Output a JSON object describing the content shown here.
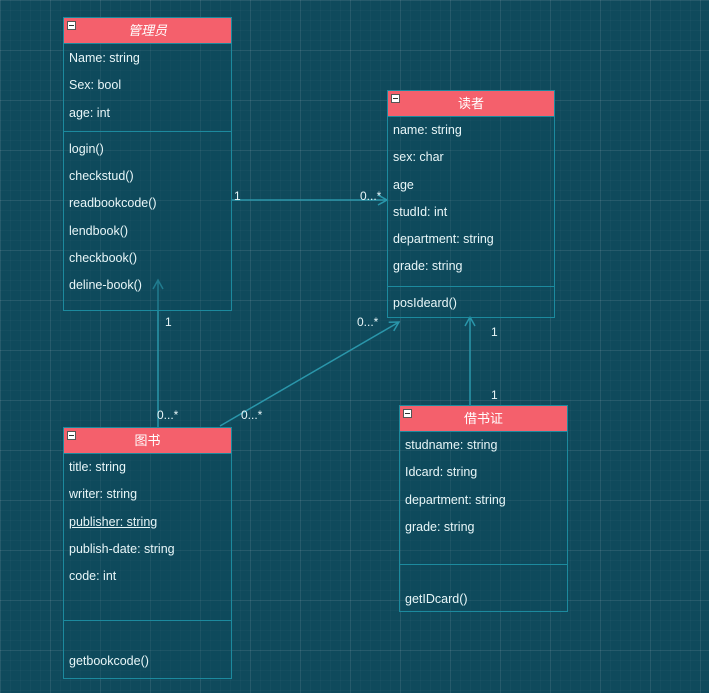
{
  "classes": {
    "admin": {
      "title": "管理员",
      "attributes": [
        "Name: string",
        "Sex: bool",
        "age: int"
      ],
      "methods": [
        "login()",
        "checkstud()",
        "readbookcode()",
        "lendbook()",
        "checkbook()",
        "deline-book()"
      ]
    },
    "reader": {
      "title": "读者",
      "attributes": [
        "name: string",
        "sex: char",
        "age",
        "studId: int",
        "department: string",
        "grade: string"
      ],
      "methods": [
        "posIdeard()"
      ]
    },
    "book": {
      "title": "图书",
      "attributes": [
        "title: string",
        "writer: string",
        "publisher: string",
        "publish-date: string",
        "code: int"
      ],
      "methods": [
        "getbookcode()"
      ]
    },
    "card": {
      "title": "借书证",
      "attributes": [
        "studname: string",
        "Idcard: string",
        "department: string",
        "grade: string"
      ],
      "methods": [
        "getIDcard()"
      ]
    }
  },
  "multiplicities": {
    "admin_reader_source": "1",
    "admin_reader_target": "0...*",
    "book_admin_target": "1",
    "book_admin_source": "0...*",
    "book_reader_target": "0...*",
    "book_reader_source": "0...*",
    "card_reader_target": "1",
    "card_reader_source": "1"
  },
  "colors": {
    "background": "#0f4a5c",
    "header": "#f4606c",
    "border": "#1c8a9e",
    "edge": "#2a96aa",
    "text": "#e8f6f8"
  }
}
